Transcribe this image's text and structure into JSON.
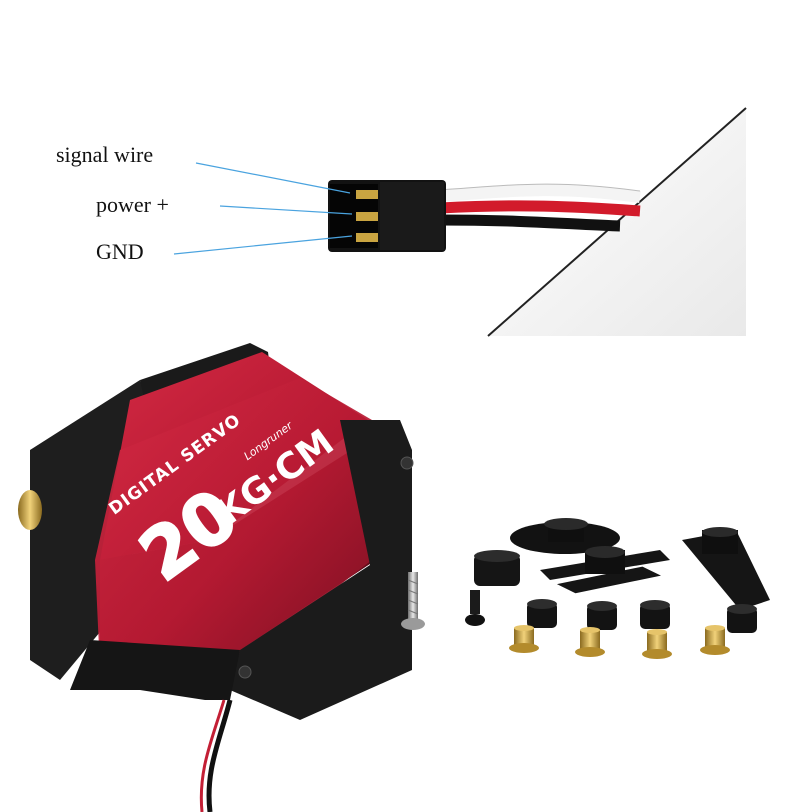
{
  "connector": {
    "labels": {
      "signal": "signal wire",
      "power": "power +",
      "gnd": "GND"
    },
    "wire_colors": {
      "signal": "#f2f2f2",
      "power": "#d21b2b",
      "gnd": "#111111"
    },
    "leader_line_color": "#4aa3df"
  },
  "servo": {
    "body_color": "#c31f35",
    "frame_color": "#1c1c1c",
    "printed_text": {
      "type": "DIGITAL SERVO",
      "torque": "20",
      "unit": "KG·CM",
      "brand": "Longruner"
    }
  },
  "accessories": {
    "horn_color": "#141414",
    "brass_color": "#c9a441",
    "screw_color": "#b5b5b5"
  }
}
